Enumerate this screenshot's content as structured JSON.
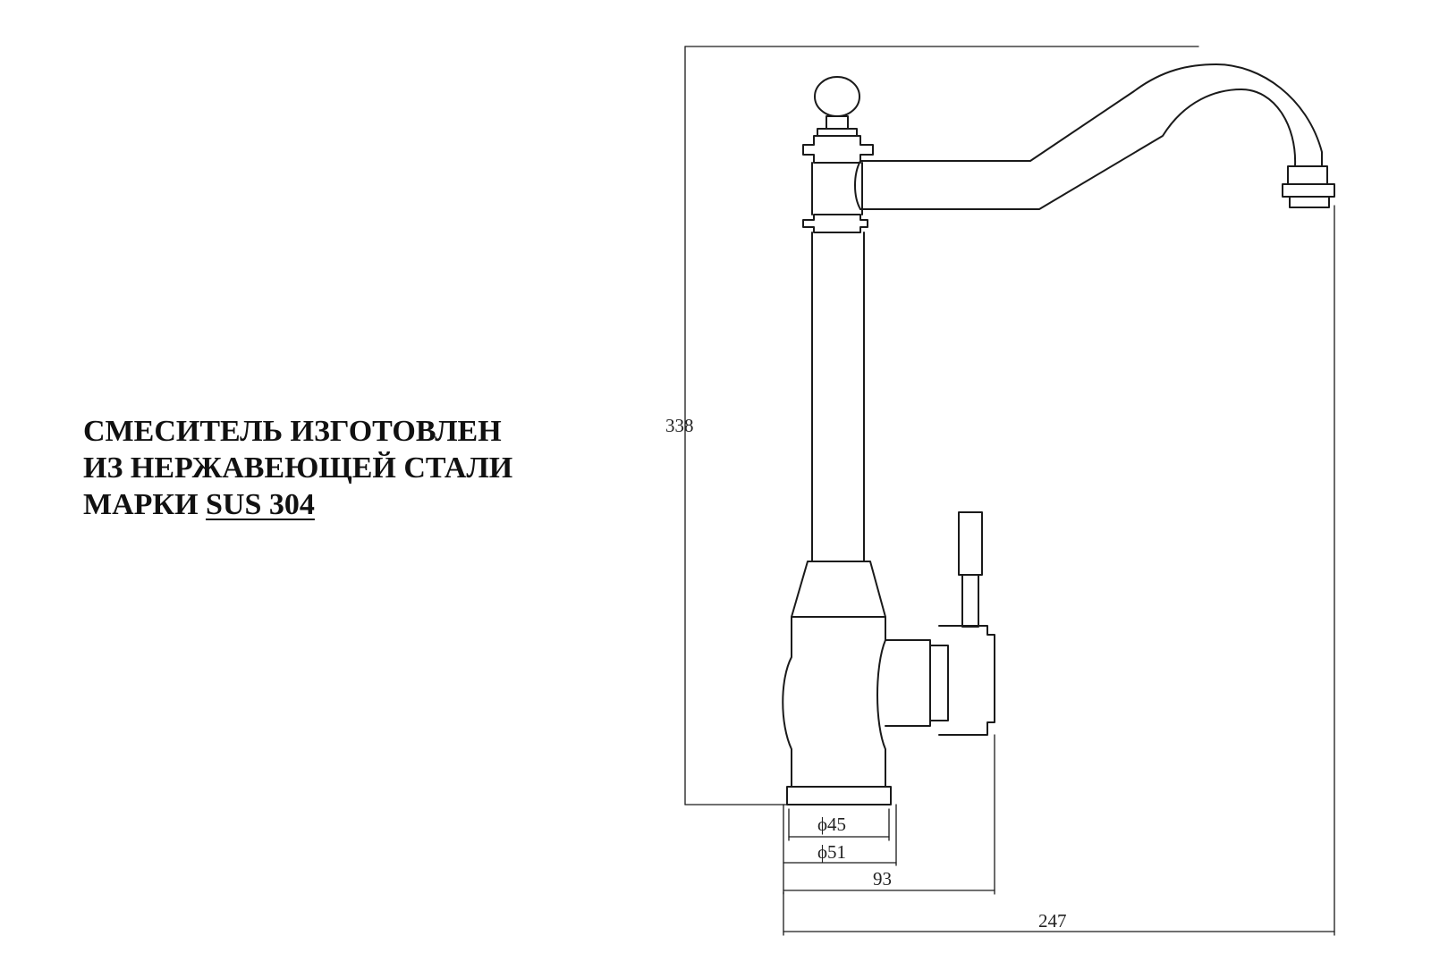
{
  "caption": {
    "line1": "СМЕСИТЕЛЬ ИЗГОТОВЛЕН",
    "line2": "ИЗ НЕРЖАВЕЮЩЕЙ СТАЛИ",
    "line3_prefix": "МАРКИ ",
    "line3_grade": "SUS 304"
  },
  "dimensions": {
    "height": "338",
    "inner_diameter": "ϕ45",
    "outer_diameter": "ϕ51",
    "base_to_handle": "93",
    "total_reach": "247"
  },
  "colors": {
    "line": "#1a1a1a",
    "background": "#ffffff"
  }
}
